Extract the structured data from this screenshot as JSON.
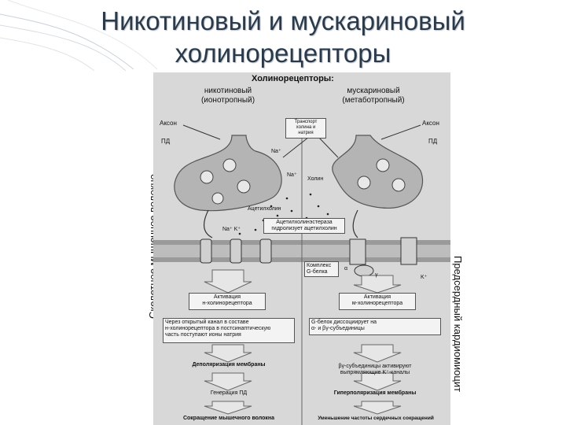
{
  "slide": {
    "title_line1": "Никотиновый и мускариновый",
    "title_line2": "холинорецепторы"
  },
  "figure": {
    "heading": "Холинорецепторы:",
    "left_type": "никотиновый",
    "left_subtype": "(ионотропный)",
    "right_type": "мускариновый",
    "right_subtype": "(метаботропный)",
    "axon_left": "Аксон",
    "axon_right": "Аксон",
    "ap_left": "ПД",
    "ap_right": "ПД",
    "transport_box": [
      "Транспорт",
      "холина и",
      "натрия"
    ],
    "na_top": "Na⁺",
    "na_mid": "Na⁺",
    "choline": "Холин",
    "acetylcholine": "Ацетилхолин",
    "na_k": "Na⁺  K⁺",
    "ache_box": [
      "Ацетилхолинэстераза",
      "гидролизует ацетилхолин"
    ],
    "gprotein_box": [
      "Комплекс",
      "G-белка"
    ],
    "alpha": "α",
    "gamma": "γ",
    "k_ion": "K⁺",
    "activation_left": [
      "Активация",
      "н-холинорецептора"
    ],
    "activation_right": [
      "Активация",
      "м-холинорецептора"
    ],
    "left_flow": {
      "step1": [
        "Через открытый канал в составе",
        "н-холинорецептора в постсинаптическую",
        "часть поступают ионы натрия"
      ],
      "step2": "Деполяризация мембраны",
      "step3": "Генерация ПД",
      "step4": "Сокращение мышечного волокна"
    },
    "right_flow": {
      "step1": [
        "G-белок диссоциирует на",
        "α- и βγ-субъединицы"
      ],
      "step2": [
        "βγ-субъединицы активируют",
        "выпрямляющие K⁺-каналы"
      ],
      "step3": "Гиперполяризация мембраны",
      "step4": "Уменьшение частоты сердечных сокращений"
    },
    "side_left": "Скелетное мышечное волокно",
    "side_right": "Предсердный кардиомиоцит"
  },
  "colors": {
    "title": "#2b3a4a",
    "figure_bg": "#d8d8d8",
    "membrane": "#7a7a7a",
    "terminal": "#b4b4b4",
    "box_fill": "#f3f3f3",
    "arrow_fill": "#e6e6e6"
  }
}
